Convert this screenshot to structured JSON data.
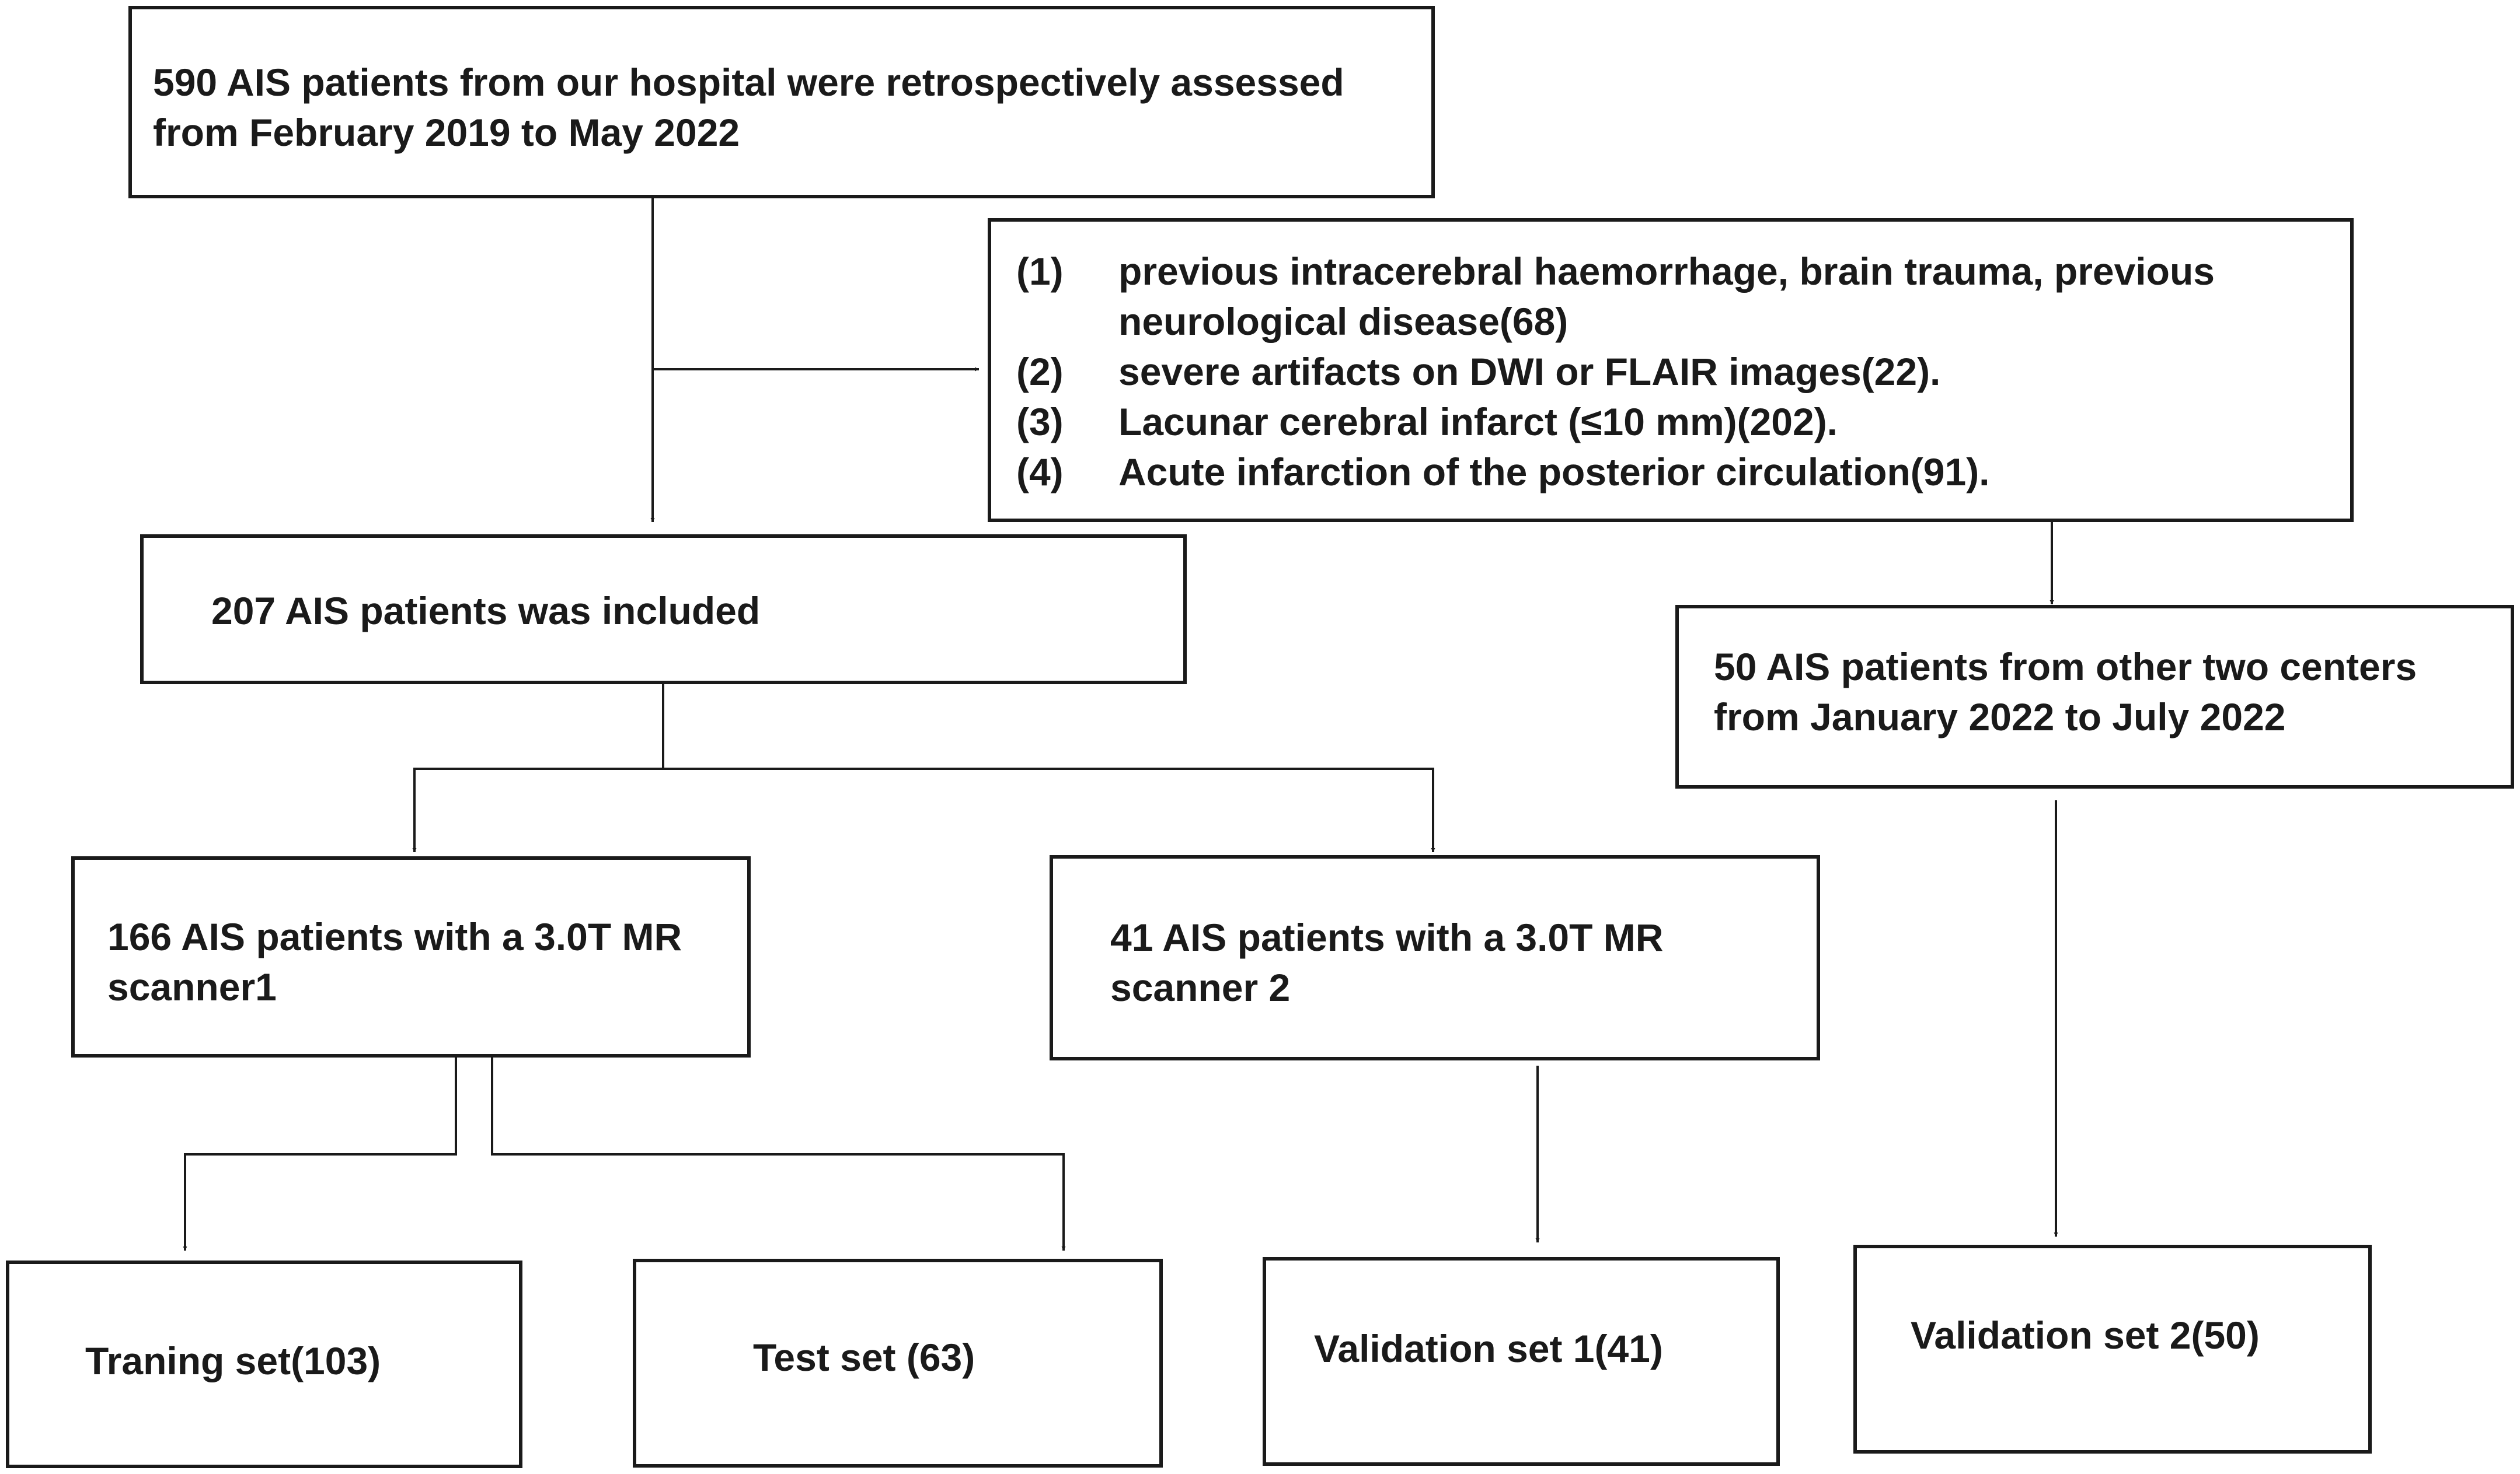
{
  "colors": {
    "stroke": "#1a1a1a",
    "background": "#ffffff"
  },
  "nodes": {
    "source": {
      "line1": "590 AIS patients from our hospital were retrospectively assessed",
      "line2": "from February 2019 to May 2022"
    },
    "exclusions": [
      {
        "num": "(1)",
        "line1": "previous intracerebral haemorrhage, brain trauma, previous",
        "line2": "neurological disease(68)"
      },
      {
        "num": "(2)",
        "line1": "severe artifacts on DWI or FLAIR images(22)."
      },
      {
        "num": "(3)",
        "line1": "Lacunar cerebral infarct (≤10 mm)(202)."
      },
      {
        "num": "(4)",
        "line1": "Acute infarction of the posterior circulation(91)."
      }
    ],
    "included": {
      "line1": "207 AIS  patients was  included"
    },
    "external": {
      "line1": "50 AIS patients from other two centers",
      "line2": "from January 2022 to July 2022"
    },
    "scanner1": {
      "line1": "166 AIS patients with a 3.0T MR",
      "line2": "scanner1"
    },
    "scanner2": {
      "line1": "41 AIS patients with a 3.0T MR",
      "line2": "scanner 2"
    },
    "training": {
      "label": "Traning set(103)"
    },
    "test": {
      "label": "Test set (63)"
    },
    "validation1": {
      "label": "Validation set 1(41)"
    },
    "validation2": {
      "label": "Validation set 2(50)"
    }
  }
}
